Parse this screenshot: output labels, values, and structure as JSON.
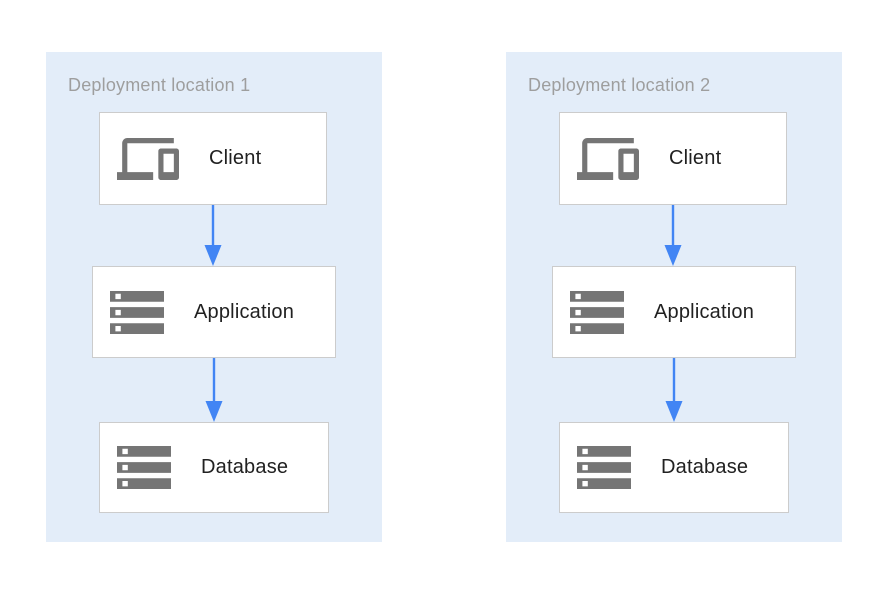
{
  "diagram": {
    "panels": [
      {
        "title": "Deployment location 1",
        "nodes": [
          {
            "label": "Client",
            "icon": "devices-icon"
          },
          {
            "label": "Application",
            "icon": "storage-icon"
          },
          {
            "label": "Database",
            "icon": "storage-icon"
          }
        ],
        "edges": [
          {
            "from": "Client",
            "to": "Application"
          },
          {
            "from": "Application",
            "to": "Database"
          }
        ]
      },
      {
        "title": "Deployment location 2",
        "nodes": [
          {
            "label": "Client",
            "icon": "devices-icon"
          },
          {
            "label": "Application",
            "icon": "storage-icon"
          },
          {
            "label": "Database",
            "icon": "storage-icon"
          }
        ],
        "edges": [
          {
            "from": "Client",
            "to": "Application"
          },
          {
            "from": "Application",
            "to": "Database"
          }
        ]
      }
    ],
    "colors": {
      "panel_bg": "#e3edf9",
      "box_bg": "#ffffff",
      "box_border": "#cccccc",
      "title_text": "#9e9e9e",
      "label_text": "#212121",
      "icon_gray": "#757575",
      "arrow_blue": "#4285f4"
    }
  }
}
